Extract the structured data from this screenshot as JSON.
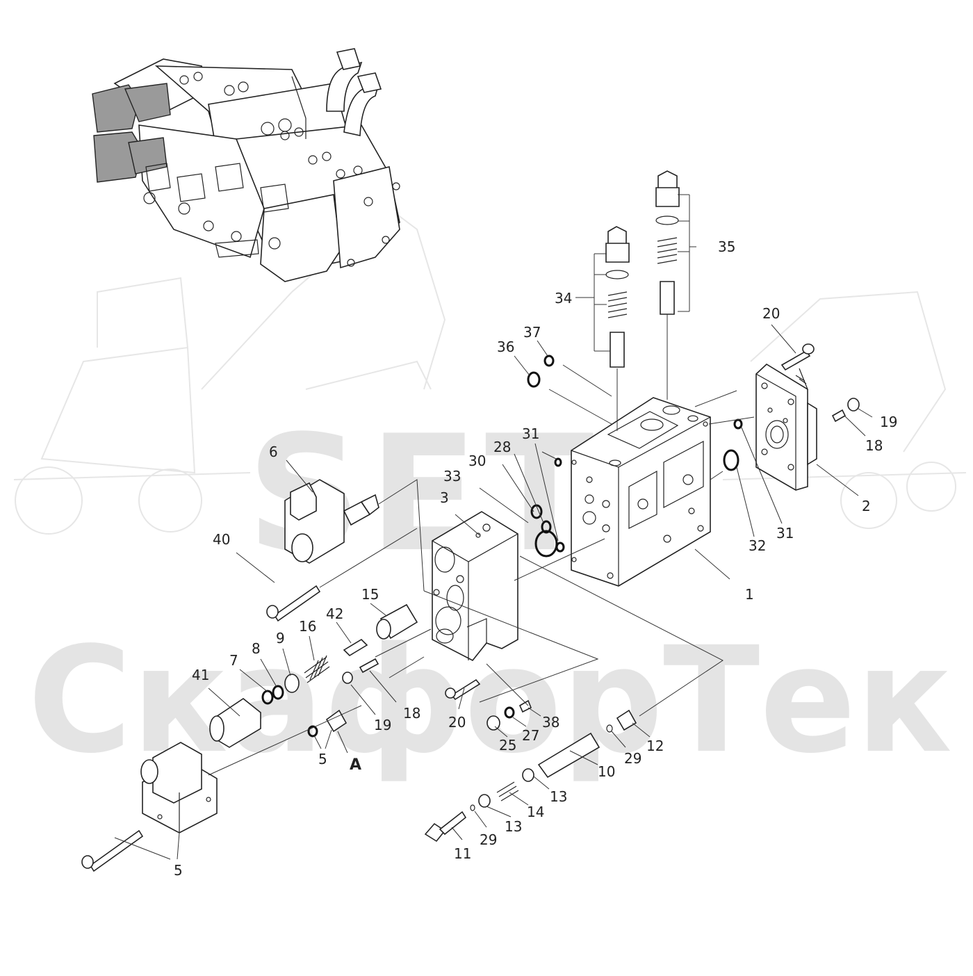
{
  "watermark": {
    "logo_text": "SET",
    "company_name": "СкафорТек"
  },
  "callouts": {
    "c1": "1",
    "c2": "2",
    "c3": "3",
    "c5a": "5",
    "c5b": "5",
    "c6": "6",
    "c7": "7",
    "c8": "8",
    "c9": "9",
    "c10": "10",
    "c11": "11",
    "c12": "12",
    "c13a": "13",
    "c13b": "13",
    "c14": "14",
    "c15": "15",
    "c16": "16",
    "c18a": "18",
    "c18b": "18",
    "c19a": "19",
    "c19b": "19",
    "c20a": "20",
    "c20b": "20",
    "c25": "25",
    "c27": "27",
    "c28": "28",
    "c29a": "29",
    "c29b": "29",
    "c30": "30",
    "c31a": "31",
    "c31b": "31",
    "c32": "32",
    "c33": "33",
    "c34": "34",
    "c35": "35",
    "c36": "36",
    "c37": "37",
    "c38": "38",
    "c40": "40",
    "c41": "41",
    "c42": "42",
    "cA": "A"
  }
}
